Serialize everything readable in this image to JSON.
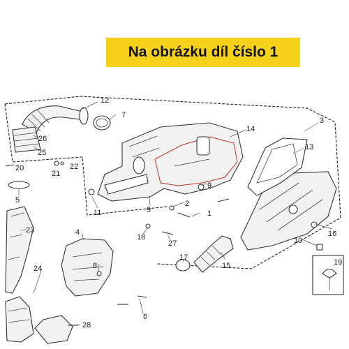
{
  "banner": {
    "text": "Na obrázku díl číslo 1",
    "color": "#f7d21a"
  },
  "callouts": [
    {
      "id": "c1",
      "label": "1"
    },
    {
      "id": "c2",
      "label": "2"
    },
    {
      "id": "c3",
      "label": "3"
    },
    {
      "id": "c4",
      "label": "4"
    },
    {
      "id": "c5",
      "label": "5"
    },
    {
      "id": "c6",
      "label": "6"
    },
    {
      "id": "c7",
      "label": "7"
    },
    {
      "id": "c8",
      "label": "8"
    },
    {
      "id": "c9a",
      "label": "9"
    },
    {
      "id": "c9b",
      "label": "9"
    },
    {
      "id": "c10",
      "label": "10"
    },
    {
      "id": "c11",
      "label": "11"
    },
    {
      "id": "c12",
      "label": "12"
    },
    {
      "id": "c13",
      "label": "13"
    },
    {
      "id": "c14",
      "label": "14"
    },
    {
      "id": "c15",
      "label": "15"
    },
    {
      "id": "c16",
      "label": "16"
    },
    {
      "id": "c17",
      "label": "17"
    },
    {
      "id": "c18",
      "label": "18"
    },
    {
      "id": "c19",
      "label": "19"
    },
    {
      "id": "c20",
      "label": "20"
    },
    {
      "id": "c21",
      "label": "21"
    },
    {
      "id": "c22",
      "label": "22"
    },
    {
      "id": "c23",
      "label": "23"
    },
    {
      "id": "c24",
      "label": "24"
    },
    {
      "id": "c25",
      "label": "25"
    },
    {
      "id": "c26",
      "label": "26"
    },
    {
      "id": "c27",
      "label": "27"
    },
    {
      "id": "c28",
      "label": "28"
    }
  ]
}
